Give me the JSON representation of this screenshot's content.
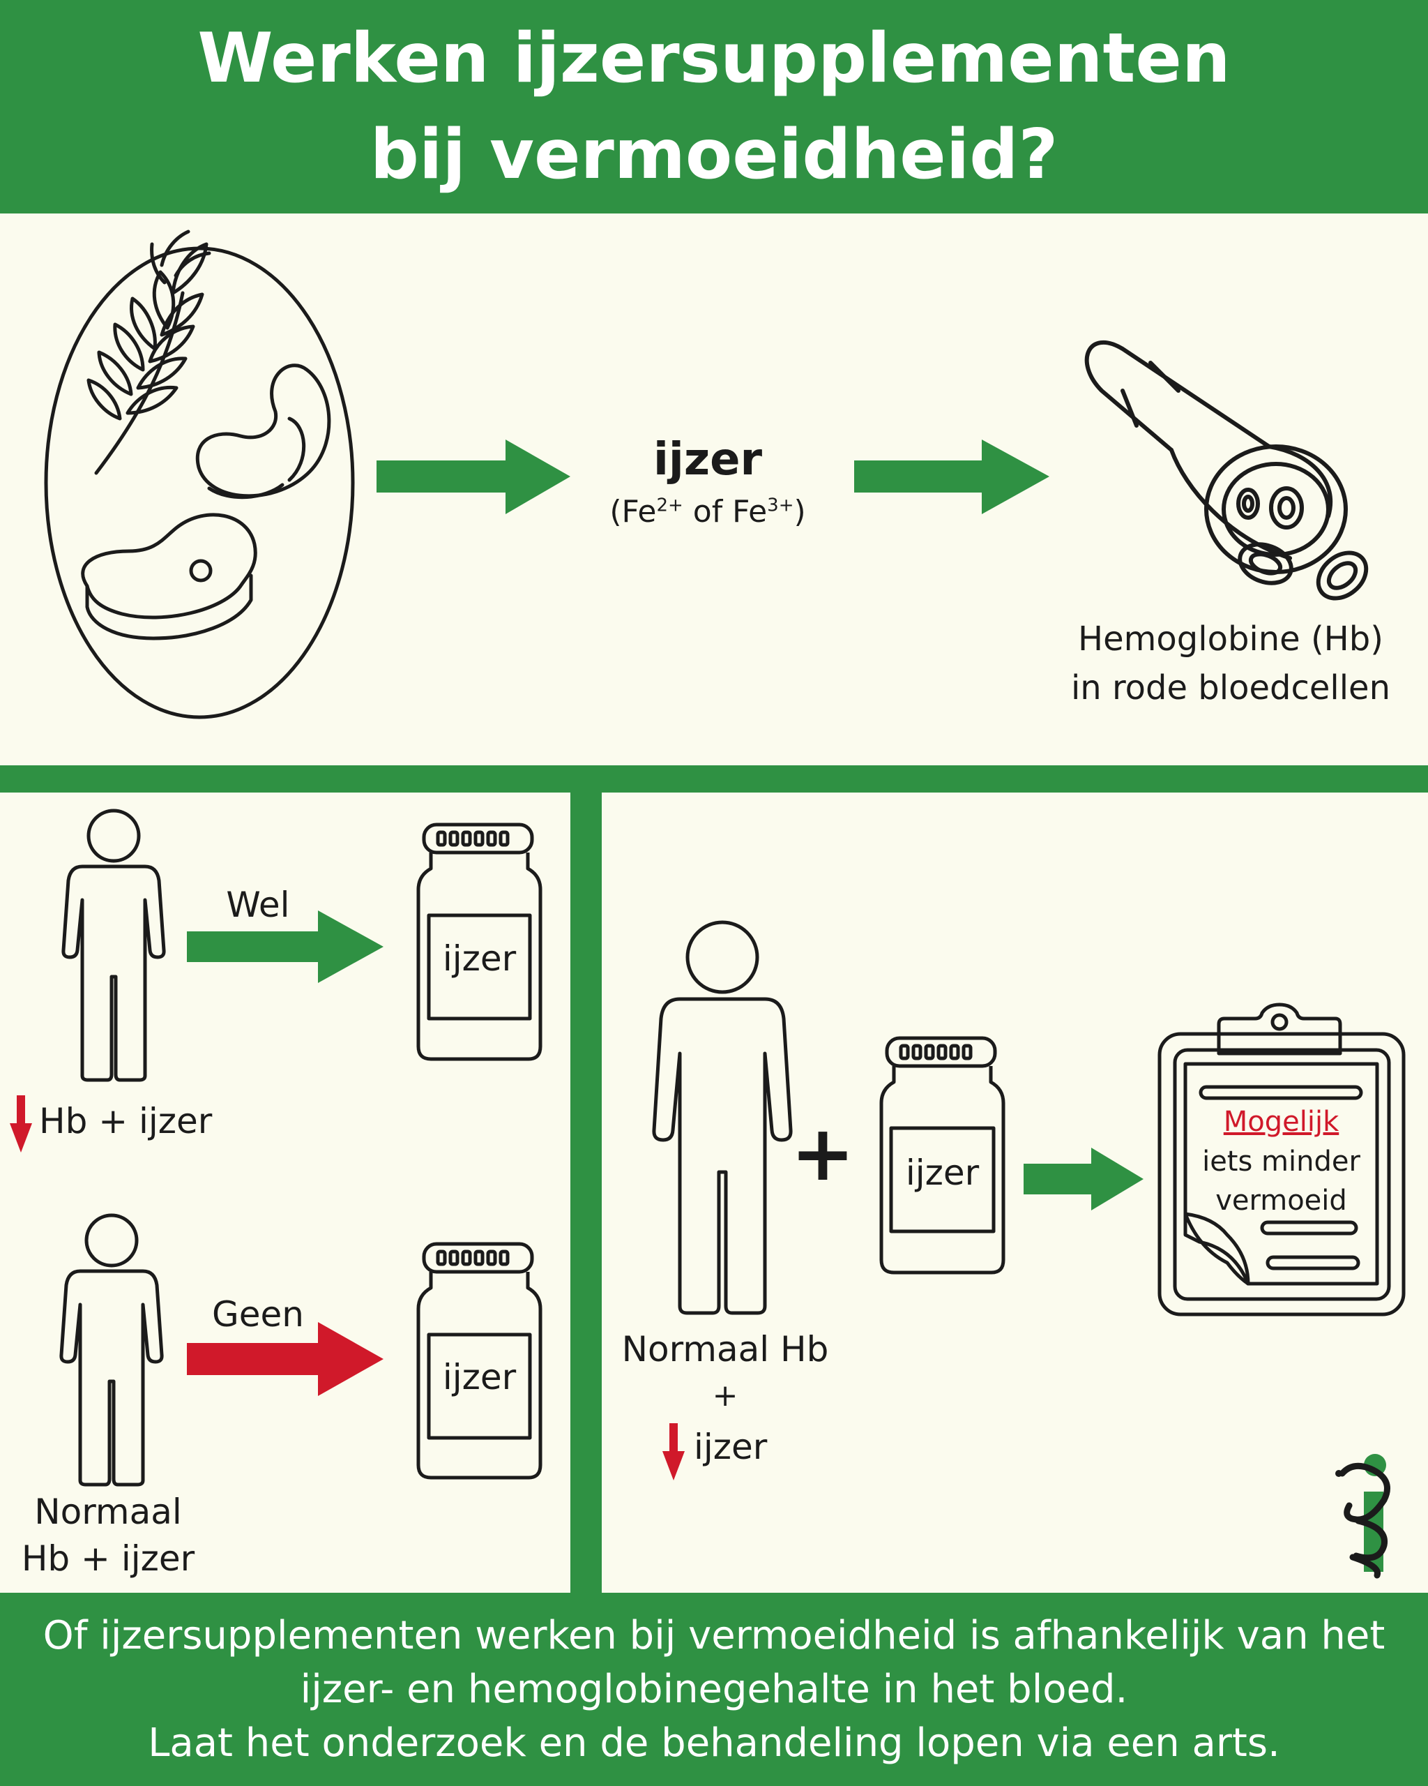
{
  "header": {
    "title_line1": "Werken ijzersupplementen",
    "title_line2": "bij vermoeidheid?"
  },
  "top": {
    "iron_label": "ijzer",
    "formula_prefix": "(Fe",
    "formula_sup1": "2+",
    "formula_mid": " of Fe",
    "formula_sup2": "3+",
    "formula_suffix": ")",
    "hb_line1": "Hemoglobine (Hb)",
    "hb_line2": "in rode bloedcellen"
  },
  "left_panel": {
    "case1": {
      "arrow_label": "Wel",
      "bottle_label": "ijzer",
      "caption": "Hb + ijzer"
    },
    "case2": {
      "arrow_label": "Geen",
      "bottle_label": "ijzer",
      "caption_line1": "Normaal",
      "caption_line2": "Hb + ijzer"
    }
  },
  "right_panel": {
    "plus_sign": "+",
    "bottle_label": "ijzer",
    "caption_line1": "Normaal Hb",
    "caption_plus": "+",
    "caption_line3": "ijzer",
    "result_line1": "Mogelijk",
    "result_line2": "iets minder",
    "result_line3": "vermoeid"
  },
  "footer": {
    "line1": "Of ijzersupplementen werken bij vermoeidheid is afhankelijk van het",
    "line2": "ijzer- en hemoglobinegehalte in het bloed.",
    "line3": "Laat het onderzoek en de behandeling lopen via een arts."
  },
  "colors": {
    "green": "#2f9143",
    "red": "#d0192a",
    "background": "#fbfbee",
    "outline": "#1b1b1b"
  },
  "icons": [
    "food-oval-icon",
    "wheat-icon",
    "bean-icon",
    "steak-icon",
    "blood-vessel-icon",
    "person-icon",
    "supplement-bottle-icon",
    "clipboard-icon",
    "down-arrow-icon",
    "snake-logo-icon"
  ]
}
